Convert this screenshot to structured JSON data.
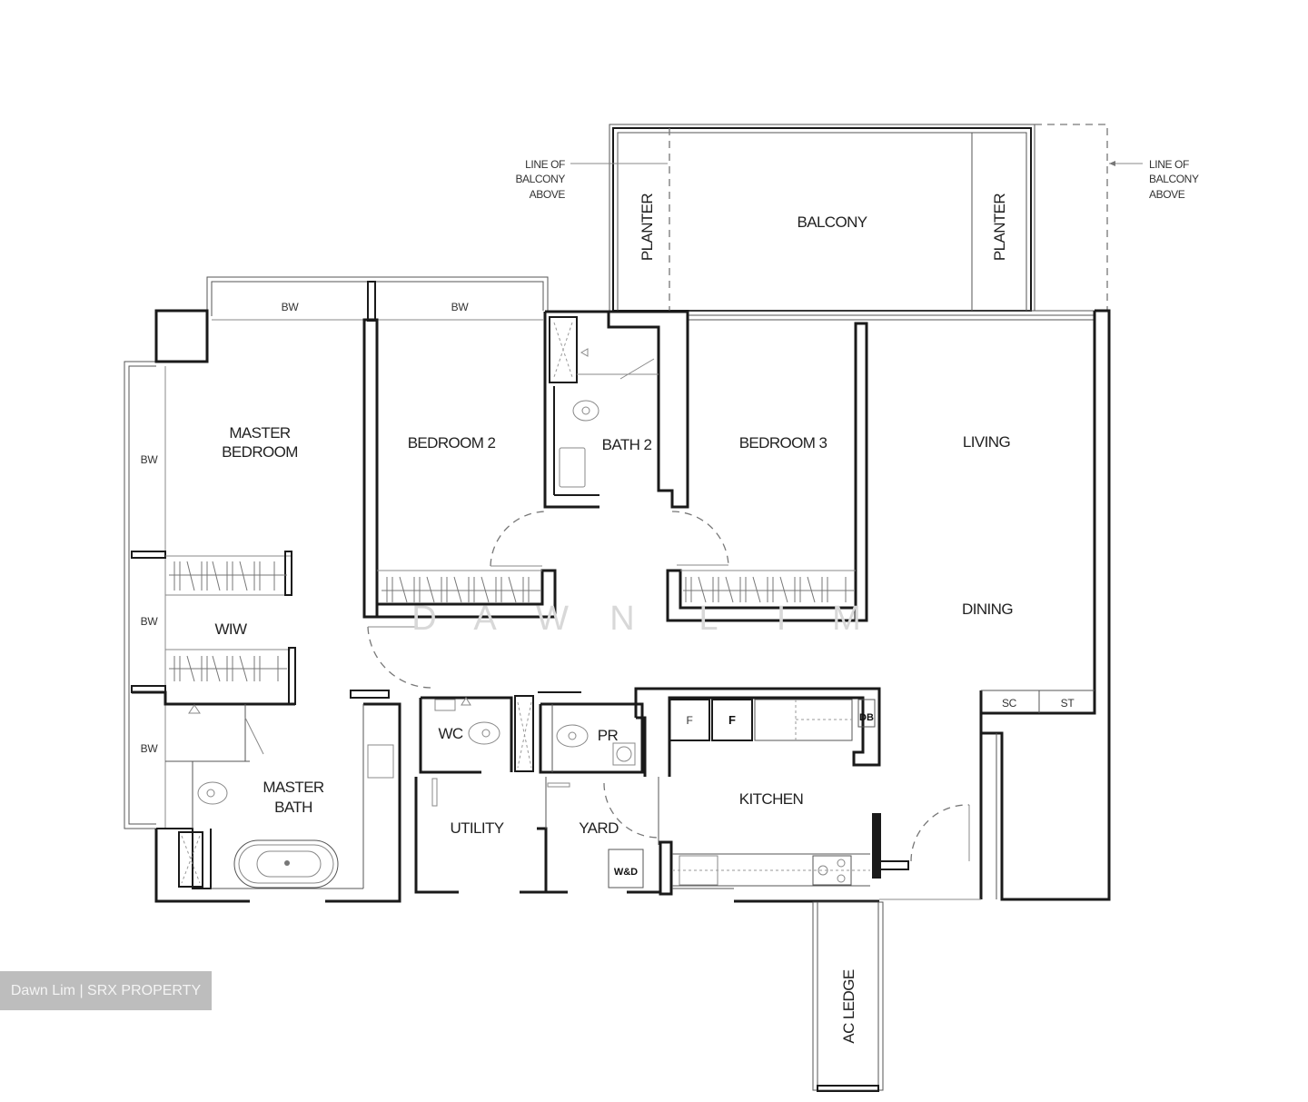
{
  "plan": {
    "rooms": {
      "balcony": "BALCONY",
      "planter_left": "PLANTER",
      "planter_right": "PLANTER",
      "master_bedroom_line1": "MASTER",
      "master_bedroom_line2": "BEDROOM",
      "bedroom2": "BEDROOM 2",
      "bath2": "BATH 2",
      "bedroom3": "BEDROOM 3",
      "living": "LIVING",
      "dining": "DINING",
      "wiw": "WIW",
      "master_bath_line1": "MASTER",
      "master_bath_line2": "BATH",
      "wc": "WC",
      "pr": "PR",
      "utility": "UTILITY",
      "yard": "YARD",
      "kitchen": "KITCHEN",
      "ac_ledge": "AC LEDGE"
    },
    "fixtures": {
      "bw_top_left": "BW",
      "bw_top_right": "BW",
      "bw_left_1": "BW",
      "bw_left_2": "BW",
      "bw_left_3": "BW",
      "sc": "SC",
      "st": "ST",
      "fridge_1": "F",
      "fridge_2": "F",
      "db": "DB",
      "washer_dryer": "W&D"
    },
    "notes": {
      "left": [
        "LINE OF",
        "BALCONY",
        "ABOVE"
      ],
      "right": [
        "LINE OF",
        "BALCONY",
        "ABOVE"
      ]
    },
    "watermark_letters": [
      "D",
      "A",
      "W",
      "N",
      "L",
      "I",
      "M"
    ]
  },
  "credit": {
    "text": "Dawn Lim | SRX PROPERTY",
    "background": "#bdbdbd"
  }
}
